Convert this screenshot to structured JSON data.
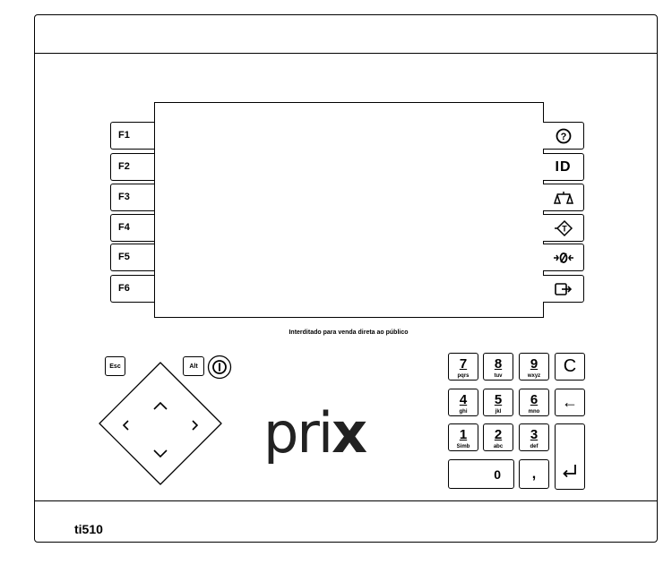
{
  "function_keys": [
    "F1",
    "F2",
    "F3",
    "F4",
    "F5",
    "F6"
  ],
  "right_keys": [
    {
      "name": "help",
      "label": "?"
    },
    {
      "name": "id",
      "label": "ID"
    },
    {
      "name": "scale",
      "label": ""
    },
    {
      "name": "tare",
      "label": ""
    },
    {
      "name": "zero",
      "label": ""
    },
    {
      "name": "exit",
      "label": ""
    }
  ],
  "notice_text": "Interditado para venda direta ao público",
  "esc_label": "Esc",
  "alt_label": "Alt",
  "logo_text": "pri",
  "logo_x": "x",
  "model_label": "ti510",
  "keypad": {
    "k7": {
      "digit": "7",
      "letters": "pqrs"
    },
    "k8": {
      "digit": "8",
      "letters": "tuv"
    },
    "k9": {
      "digit": "9",
      "letters": "wxyz"
    },
    "k4": {
      "digit": "4",
      "letters": "ghi"
    },
    "k5": {
      "digit": "5",
      "letters": "jkl"
    },
    "k6": {
      "digit": "6",
      "letters": "mno"
    },
    "k1": {
      "digit": "1",
      "letters": "Simb"
    },
    "k2": {
      "digit": "2",
      "letters": "abc"
    },
    "k3": {
      "digit": "3",
      "letters": "def"
    },
    "k0": {
      "digit": "0"
    },
    "comma": ",",
    "clear": "C",
    "backspace": "←"
  }
}
